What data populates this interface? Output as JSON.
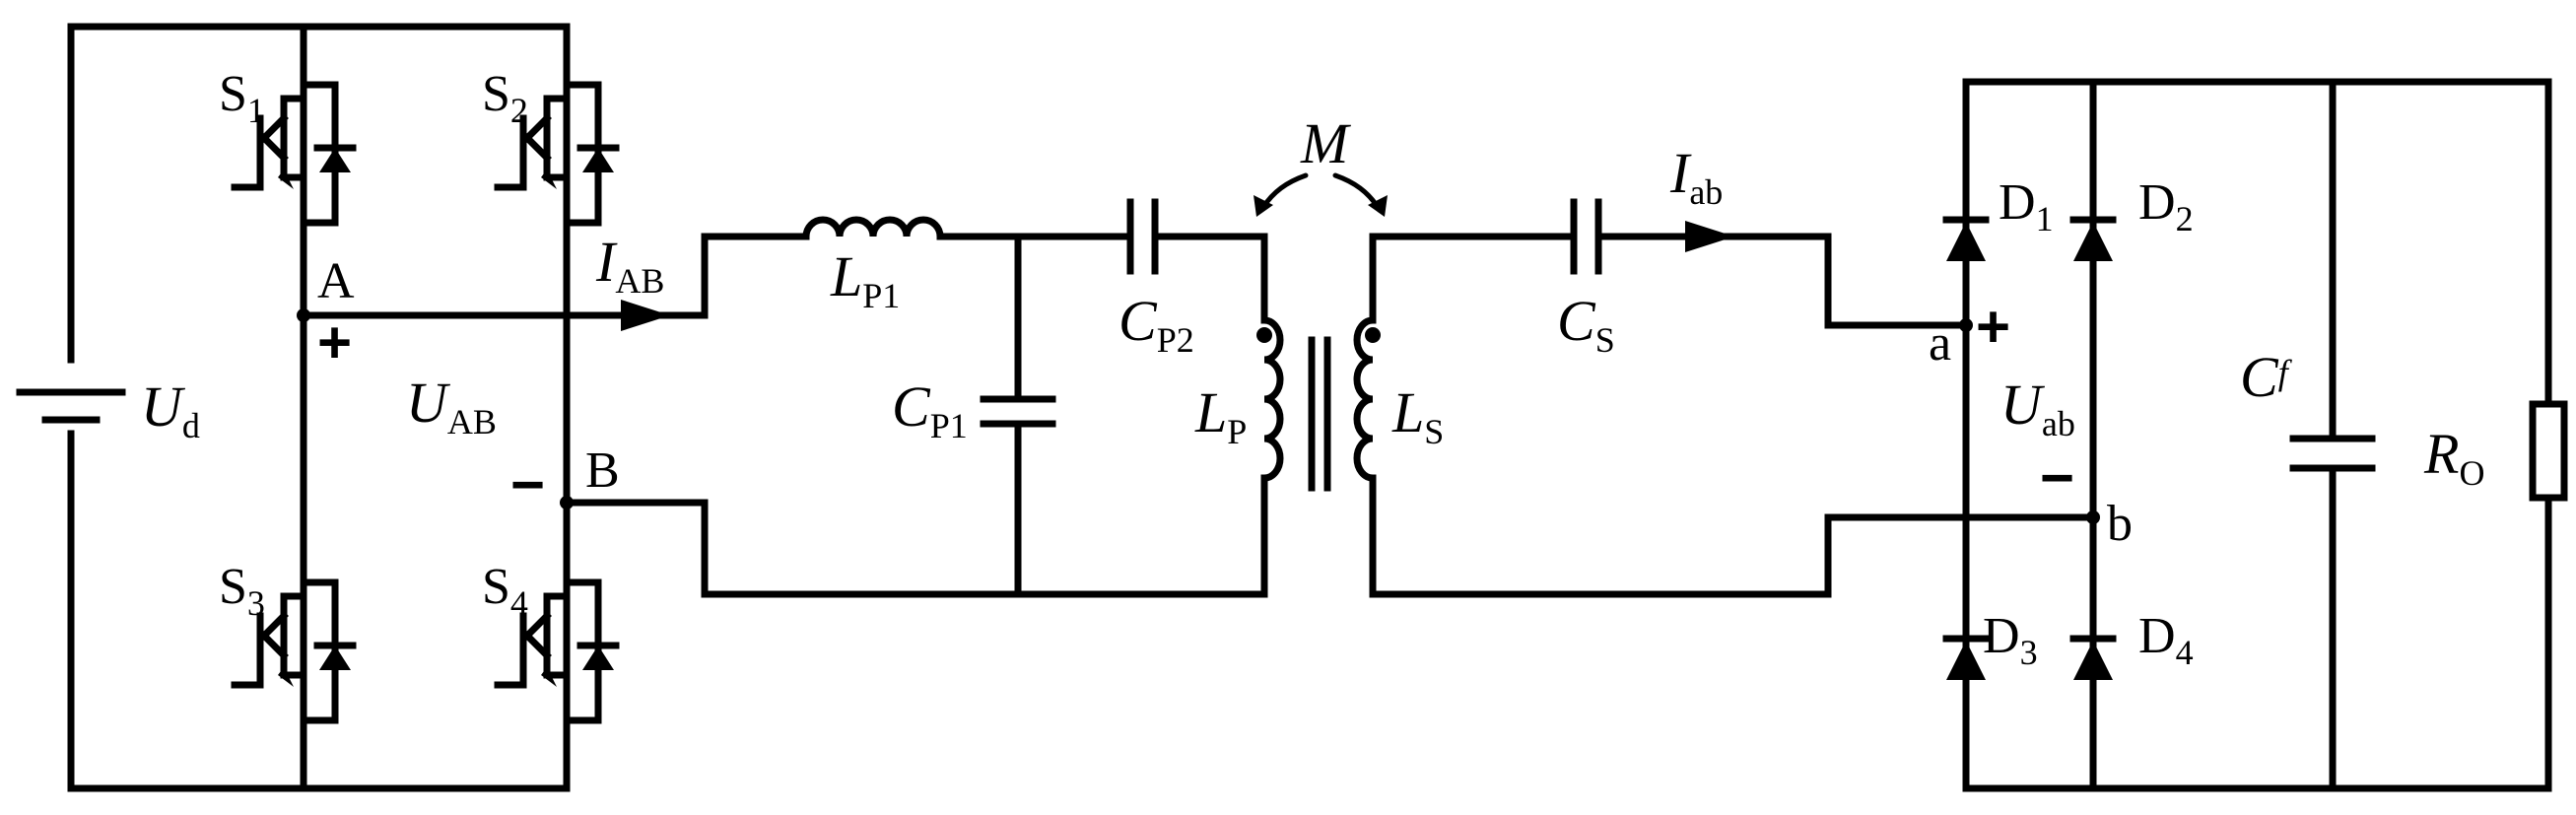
{
  "labels": {
    "S1": {
      "main": "S",
      "sub": "1"
    },
    "S2": {
      "main": "S",
      "sub": "2"
    },
    "S3": {
      "main": "S",
      "sub": "3"
    },
    "S4": {
      "main": "S",
      "sub": "4"
    },
    "node_A": "A",
    "node_B": "B",
    "node_a": "a",
    "node_b": "b",
    "Ud": {
      "main": "U",
      "sub": "d"
    },
    "UAB": {
      "main": "U",
      "sub": "AB"
    },
    "IAB": {
      "main": "I",
      "sub": "AB"
    },
    "LP1": {
      "main": "L",
      "sub": "P1"
    },
    "CP1": {
      "main": "C",
      "sub": "P1"
    },
    "CP2": {
      "main": "C",
      "sub": "P2"
    },
    "LP": {
      "main": "L",
      "sub": "P"
    },
    "LS": {
      "main": "L",
      "sub": "S"
    },
    "M": "M",
    "CS": {
      "main": "C",
      "sub": "S"
    },
    "Iab": {
      "main": "I",
      "sub": "ab"
    },
    "D1": {
      "main": "D",
      "sub": "1"
    },
    "D2": {
      "main": "D",
      "sub": "2"
    },
    "D3": {
      "main": "D",
      "sub": "3"
    },
    "D4": {
      "main": "D",
      "sub": "4"
    },
    "Uab": {
      "main": "U",
      "sub": "ab"
    },
    "Cf": {
      "main": "C",
      "sub": "f"
    },
    "RO": {
      "main": "R",
      "sub": "O"
    },
    "plus": "+",
    "minus": "−"
  }
}
